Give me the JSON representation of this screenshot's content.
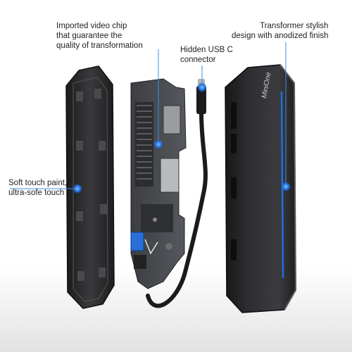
{
  "callouts": {
    "video_chip": [
      "Imported video chip",
      "that guarantee the",
      "quality of transformation"
    ],
    "usb_c": [
      "Hidden USB C",
      "connector"
    ],
    "housing": [
      "Transformer stylish",
      "design with anodized finish"
    ],
    "paint": [
      "Soft touch paint,",
      "ultra-sofe touch"
    ]
  },
  "brand_mark": "MiniOne",
  "colors": {
    "accent_blue": "#1e6fe0",
    "housing_dark": "#2b2b2d",
    "pcb_gray": "#4a4c50",
    "callout_line": "#3a8fe6"
  }
}
